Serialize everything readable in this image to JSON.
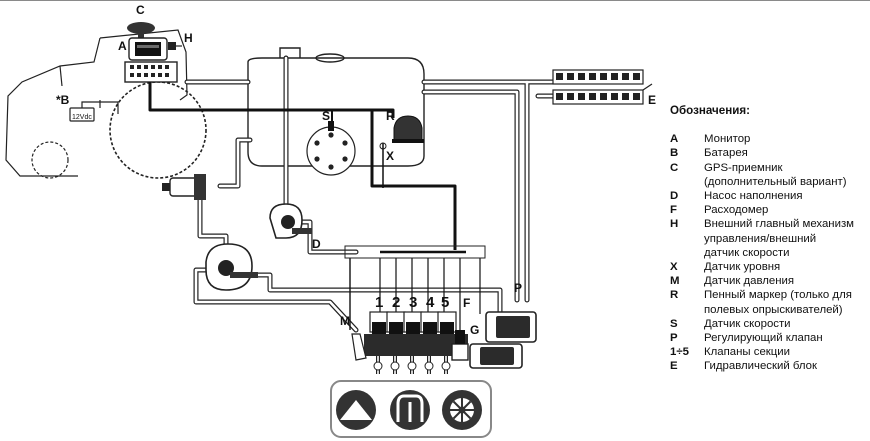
{
  "diagram": {
    "labels": {
      "A": "A",
      "B": "*B",
      "C": "C",
      "D": "D",
      "E": "E",
      "F": "F",
      "G": "G",
      "H": "H",
      "M": "M",
      "P": "P",
      "R": "R",
      "S": "S",
      "X": "X",
      "voltage": "12Vdc",
      "sections": [
        "1",
        "2",
        "3",
        "4",
        "5"
      ]
    }
  },
  "legend": {
    "title": "Обозначения:",
    "items": [
      {
        "key": "A",
        "text": "Монитор"
      },
      {
        "key": "B",
        "text": "Батарея"
      },
      {
        "key": "C",
        "text": "GPS-приемник"
      },
      {
        "key": "",
        "text": "(дополнительный вариант)"
      },
      {
        "key": "D",
        "text": "Насос наполнения"
      },
      {
        "key": "F",
        "text": "Расходомер"
      },
      {
        "key": "H",
        "text": "Внешний главный механизм"
      },
      {
        "key": "",
        "text": "управления/внешний"
      },
      {
        "key": "",
        "text": "датчик скорости"
      },
      {
        "key": "X",
        "text": "Датчик уровня"
      },
      {
        "key": "M",
        "text": "Датчик давления"
      },
      {
        "key": "R",
        "text": "Пенный маркер (только для"
      },
      {
        "key": "",
        "text": "полевых опрыскивателей)"
      },
      {
        "key": "S",
        "text": "Датчик скорости"
      },
      {
        "key": "P",
        "text": "Регулирующий клапан"
      },
      {
        "key": "1÷5",
        "text": "Клапаны секции"
      },
      {
        "key": "E",
        "text": "Гидравлический блок"
      }
    ]
  }
}
